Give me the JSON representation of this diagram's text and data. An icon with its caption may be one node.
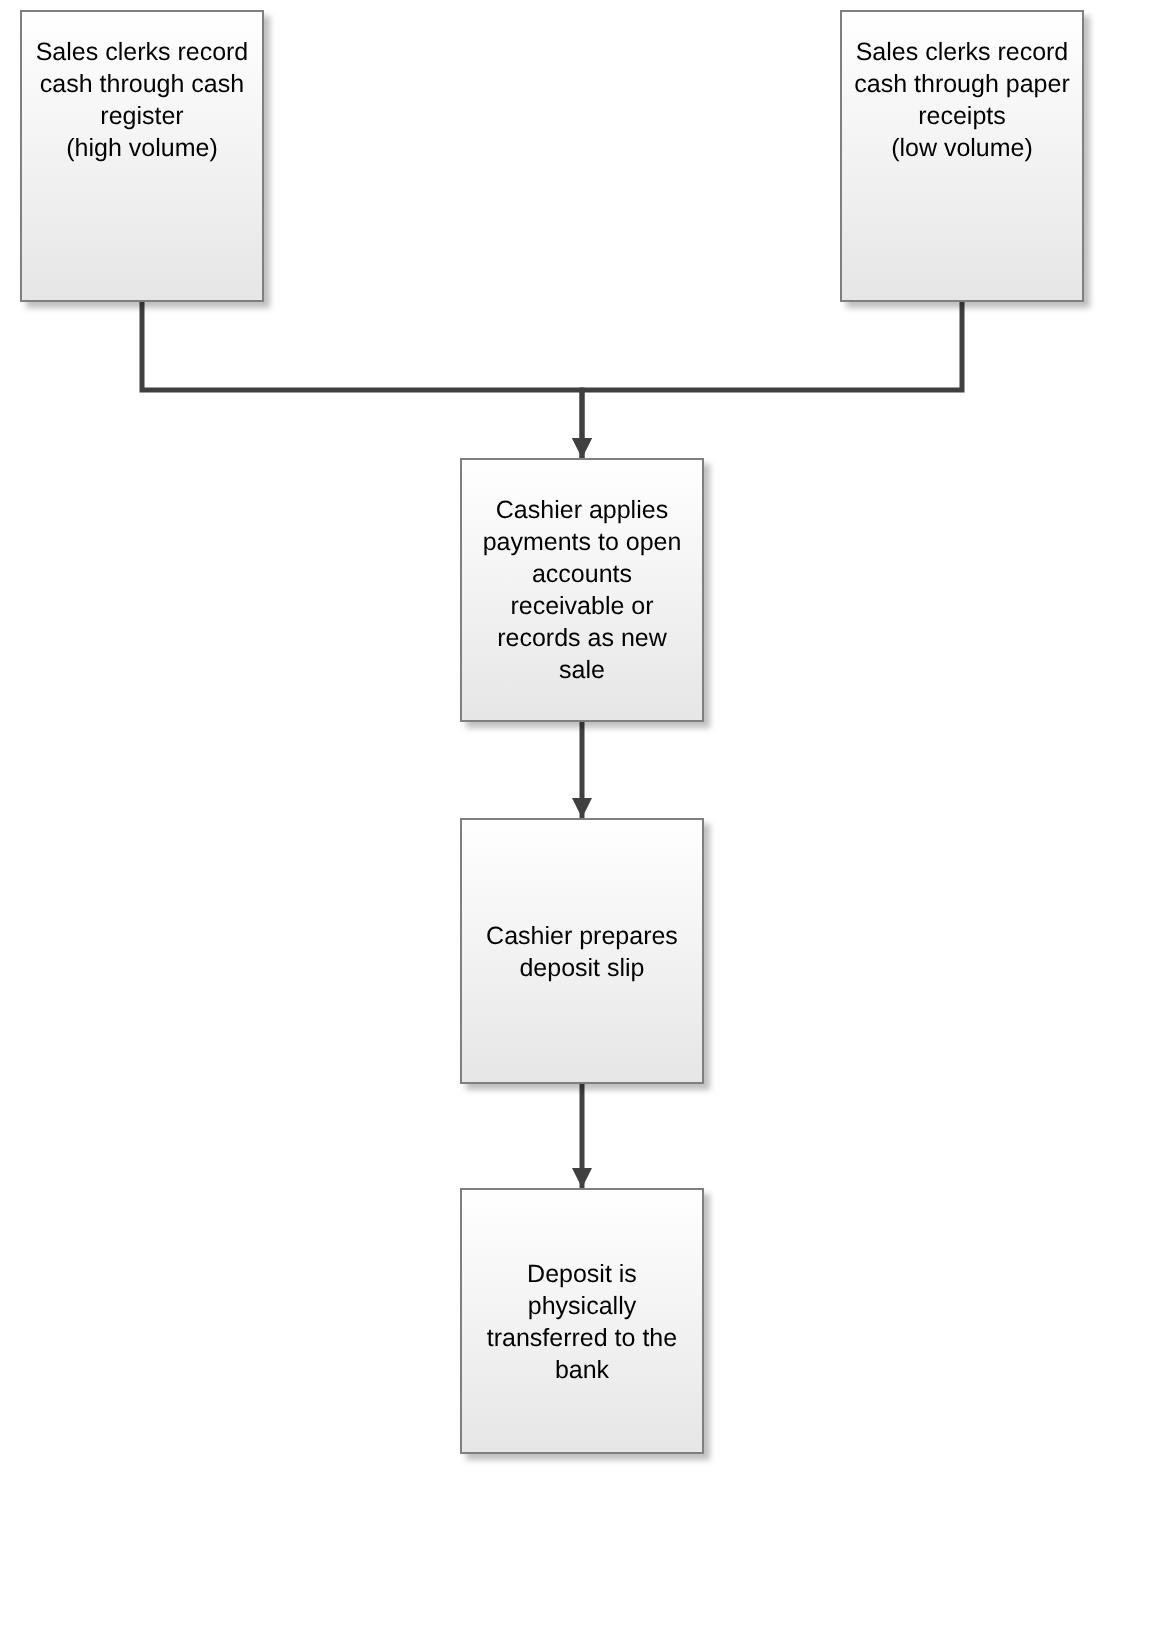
{
  "diagram": {
    "nodes": [
      {
        "text": [
          "Sales clerks record cash through cash register",
          "(high volume)"
        ]
      },
      {
        "text": [
          "Sales clerks record cash through paper receipts",
          "(low volume)"
        ]
      },
      {
        "text": [
          "Cashier applies payments to open accounts receivable or records as new sale"
        ]
      },
      {
        "text": [
          "Cashier prepares deposit slip"
        ]
      },
      {
        "text": [
          "Deposit is physically transferred to the bank"
        ]
      }
    ],
    "edges": [
      {
        "from": 0,
        "to": 2,
        "arrow": "to"
      },
      {
        "from": 1,
        "to": 2,
        "arrow": "to"
      },
      {
        "from": 2,
        "to": 3,
        "arrow": "to"
      },
      {
        "from": 3,
        "to": 4,
        "arrow": "to"
      }
    ]
  }
}
